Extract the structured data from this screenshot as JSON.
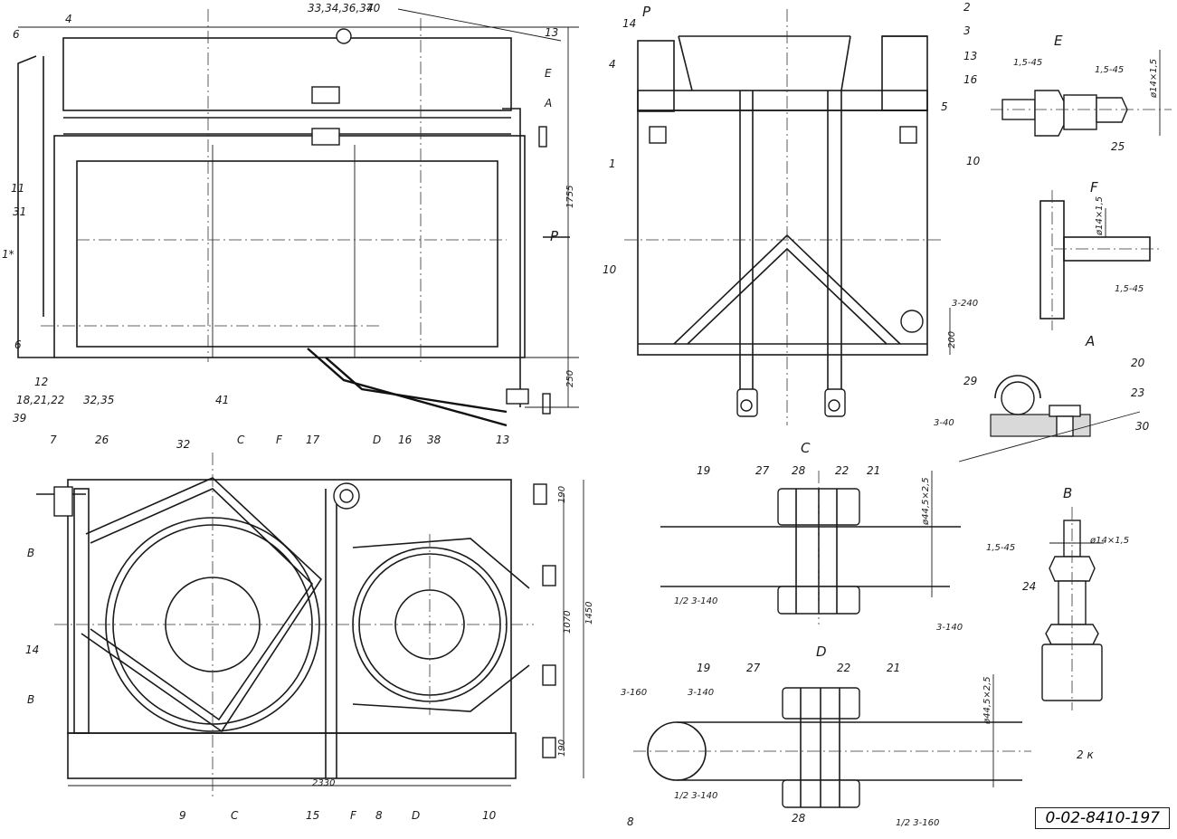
{
  "drawing_number": "0-02-8410-197",
  "sheet_note": "2 к",
  "views": {
    "side": {
      "section_marker": "P"
    },
    "detail_e": {
      "title": "E",
      "weld": "1,5-45",
      "weld2": "1,5-45",
      "thread": "ø14×1,5"
    },
    "detail_f": {
      "title": "F",
      "thread": "ø14×1,5",
      "weld": "1,5-45"
    },
    "detail_a": {
      "title": "A",
      "weld": "3-40"
    },
    "detail_c": {
      "title": "C",
      "dim": "ø44,5×2,5",
      "weld": "3-140",
      "weld2": "1/2 3-140"
    },
    "detail_d": {
      "title": "D",
      "dim": "ø44,5×2,5",
      "weld": "3-160",
      "weld2": "3-140",
      "weld3": "1/2 3-140",
      "weld4": "1/2 3-160"
    },
    "detail_b": {
      "title": "B",
      "thread": "ø14×1,5",
      "weld": "1,5-45"
    }
  },
  "dimensions": {
    "front_height": "1755",
    "front_bottom": "250",
    "side_bottom": "200",
    "side_weld": "3-240",
    "plan_width": "2330",
    "plan_depth_outer": "1450",
    "plan_depth_inner": "1070",
    "plan_end_top": "190",
    "plan_end_bottom": "190"
  },
  "callouts": {
    "front": [
      "33,34,36,37",
      "40",
      "13",
      "E",
      "A",
      "P",
      "4",
      "6",
      "11",
      "31",
      "1*",
      "6",
      "12",
      "18,21,22",
      "39",
      "32,35",
      "41"
    ],
    "side": [
      "14",
      "P",
      "2",
      "3",
      "13",
      "4",
      "16",
      "5",
      "1",
      "10",
      "10"
    ],
    "plan": [
      "7",
      "26",
      "32",
      "C",
      "F",
      "17",
      "D",
      "16",
      "38",
      "13",
      "B",
      "14",
      "B",
      "9",
      "C",
      "15",
      "F",
      "8",
      "D",
      "10"
    ],
    "detail_e": [
      "25"
    ],
    "detail_a": [
      "29",
      "20",
      "23",
      "30"
    ],
    "detail_c": [
      "19",
      "27",
      "28",
      "22",
      "21"
    ],
    "detail_d": [
      "19",
      "27",
      "22",
      "21",
      "8",
      "28"
    ],
    "detail_b": [
      "24"
    ]
  }
}
